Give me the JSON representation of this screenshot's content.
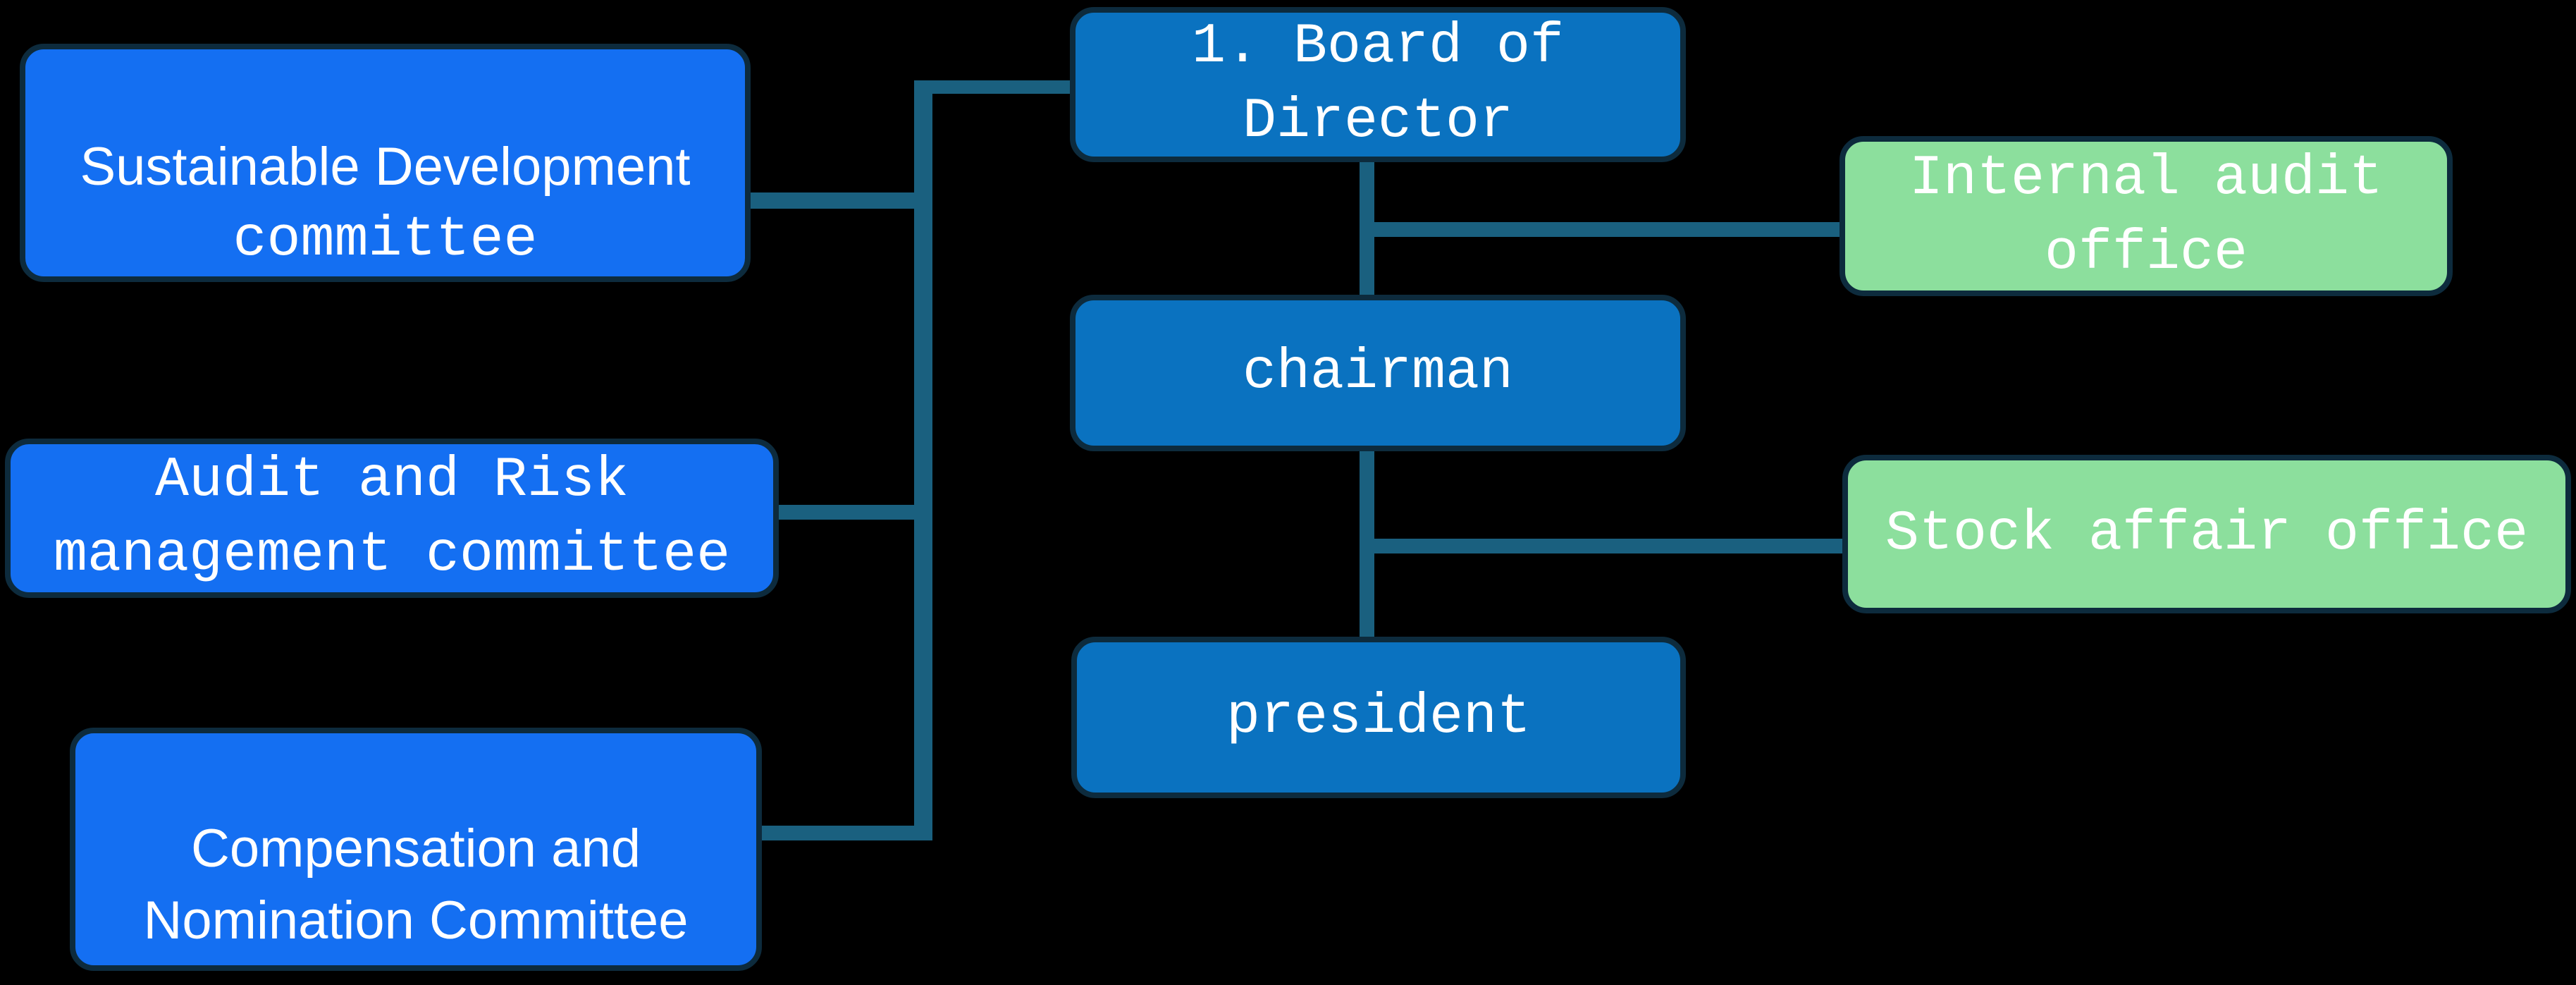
{
  "diagram": {
    "type": "org-chart",
    "colors": {
      "background": "#000000",
      "committee_box_fill": "#146ff2",
      "executive_box_fill": "#0a72c0",
      "office_box_fill": "#8cdf9d",
      "box_border": "#0d2b3d",
      "connector_line": "#1a607f",
      "text": "#ffffff"
    },
    "nodes": [
      {
        "id": "sustainable-development-committee",
        "lines": [
          "Sustainable Development",
          "committee"
        ],
        "fill": "#146ff2"
      },
      {
        "id": "audit-and-risk-management-committee",
        "lines": [
          "Audit and Risk",
          "management committee"
        ],
        "fill": "#146ff2"
      },
      {
        "id": "compensation-and-nomination-committee",
        "lines": [
          "Compensation and",
          "Nomination Committee"
        ],
        "fill": "#146ff2"
      },
      {
        "id": "board-of-director",
        "lines": [
          "1. Board of",
          "Director"
        ],
        "fill": "#0a72c0"
      },
      {
        "id": "chairman",
        "lines": [
          "chairman"
        ],
        "fill": "#0a72c0"
      },
      {
        "id": "president",
        "lines": [
          "president"
        ],
        "fill": "#0a72c0"
      },
      {
        "id": "internal-audit-office",
        "lines": [
          "Internal audit",
          "office"
        ],
        "fill": "#8cdf9d"
      },
      {
        "id": "stock-affair-office",
        "lines": [
          "Stock affair office"
        ],
        "fill": "#8cdf9d"
      }
    ],
    "edges": [
      {
        "from": "board-of-director",
        "to": "sustainable-development-committee"
      },
      {
        "from": "board-of-director",
        "to": "audit-and-risk-management-committee"
      },
      {
        "from": "board-of-director",
        "to": "compensation-and-nomination-committee"
      },
      {
        "from": "board-of-director",
        "to": "chairman"
      },
      {
        "from": "board-of-director",
        "to": "internal-audit-office"
      },
      {
        "from": "chairman",
        "to": "president"
      },
      {
        "from": "chairman",
        "to": "stock-affair-office"
      }
    ]
  }
}
